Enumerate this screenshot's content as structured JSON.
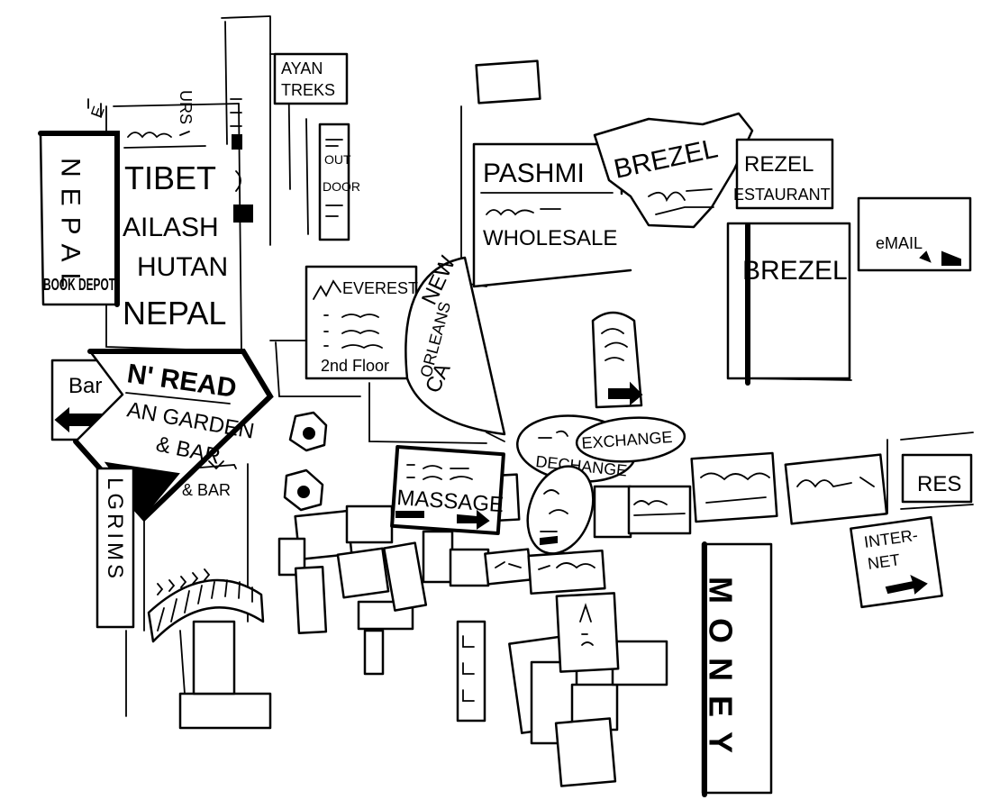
{
  "signs": {
    "nepal_vertical": "NEPAL",
    "book_depot": "BOOK DEPOT",
    "letter_e": "E",
    "urs": "URS",
    "tibet": "TIBET",
    "kailash": "AILASH",
    "bhutan": "HUTAN",
    "nepal": "NEPAL",
    "ayan": "AYAN",
    "treks": "TREKS",
    "out": "OUT",
    "door": "DOOR",
    "pashmina": "PASHMI",
    "wholesale": "WHOLESALE",
    "brezel_top": "BREZEL",
    "brezel_right": "REZEL",
    "restaurant": "ESTAURANT",
    "brezel_tall": "BREZEL",
    "email": "eMAIL",
    "everest": "EVEREST",
    "second_floor": "2nd Floor",
    "new_orleans_1": "NEW",
    "new_orleans_2": "ORLEANS",
    "new_orleans_3": "CA",
    "bar": "Bar",
    "n_read": "N' READ",
    "garden": "AN GARDEN",
    "and_bar": "& BAR",
    "bar2": "& BAR",
    "pilgrims": "LGRIMS",
    "massage": "MASSAGE",
    "exchange": "EXCHANGE",
    "dechange": "DECHANGE",
    "res": "RES",
    "internet_1": "INTER-",
    "internet_2": "NET",
    "money": "MONEY"
  }
}
